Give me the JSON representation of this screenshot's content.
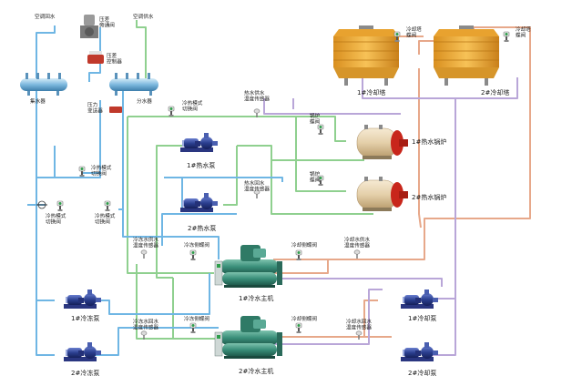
{
  "title": "",
  "colors": {
    "chilled_water": "#6fb6e4",
    "cooling_water": "#e7a88a",
    "heating_water": "#8fd08f",
    "return_purple": "#b9a6d8",
    "pump_body": "#2b3f8f",
    "boiler_shell": "#e7d6b8",
    "boiler_end": "#c8261b",
    "tower_body": "#f2b43c",
    "chiller_body": "#3a8f7a"
  },
  "labels": {
    "ac_return": "空调回水",
    "bypass_valve": "压差\n旁通阀",
    "ac_supply": "空调供水",
    "pressure_controller": "压差\n控制器",
    "collector": "集水器",
    "pressure_transmitter": "压力\n变送器",
    "distributor": "分水器",
    "mode_valve_1": "冷热模式\n切换阀",
    "heat_supply_temp": "热水供水\n温度传感器",
    "boiler_valve_1": "锅炉\n蝶阀",
    "boiler_1": "1#热水锅炉",
    "hot_pump_1": "1#热水泵",
    "mode_valve_2": "冷热模式\n切换阀",
    "boiler_valve_2": "锅炉\n蝶阀",
    "heat_return_temp": "热水回水\n温度传感器",
    "boiler_2": "2#热水锅炉",
    "mode_valve_3": "冷热模式\n切换阀",
    "mode_valve_4": "冷热模式\n切换阀",
    "hot_pump_2": "2#热水泵",
    "chw_supply_temp": "冷冻水供水\n温度传感器",
    "chw_valve_top": "冷冻侧蝶阀",
    "cw_valve_top": "冷却侧蝶阀",
    "cw_supply_temp": "冷却水供水\n温度传感器",
    "chiller_1": "1#冷水主机",
    "chw_return_temp": "冷冻水回水\n温度传感器",
    "chw_valve_bottom": "冷冻侧蝶阀",
    "cw_valve_bottom": "冷却侧蝶阀",
    "cw_return_temp": "冷却水回水\n温度传感器",
    "chiller_2": "2#冷水主机",
    "chw_pump_1": "1#冷冻泵",
    "chw_pump_2": "2#冷冻泵",
    "cw_pump_1": "1#冷却泵",
    "cw_pump_2": "2#冷却泵",
    "tower_valve_1": "冷却塔\n蝶阀",
    "tower_valve_2": "冷却塔\n蝶阀",
    "tower_1": "1#冷却塔",
    "tower_2": "2#冷却塔"
  },
  "icons": {
    "pump": "centrifugal-pump-icon",
    "boiler": "hot-water-boiler-icon",
    "chiller": "water-chiller-icon",
    "tower": "cooling-tower-icon",
    "valve": "butterfly-valve-icon",
    "sensor": "temperature-sensor-icon",
    "header": "water-header-icon"
  }
}
